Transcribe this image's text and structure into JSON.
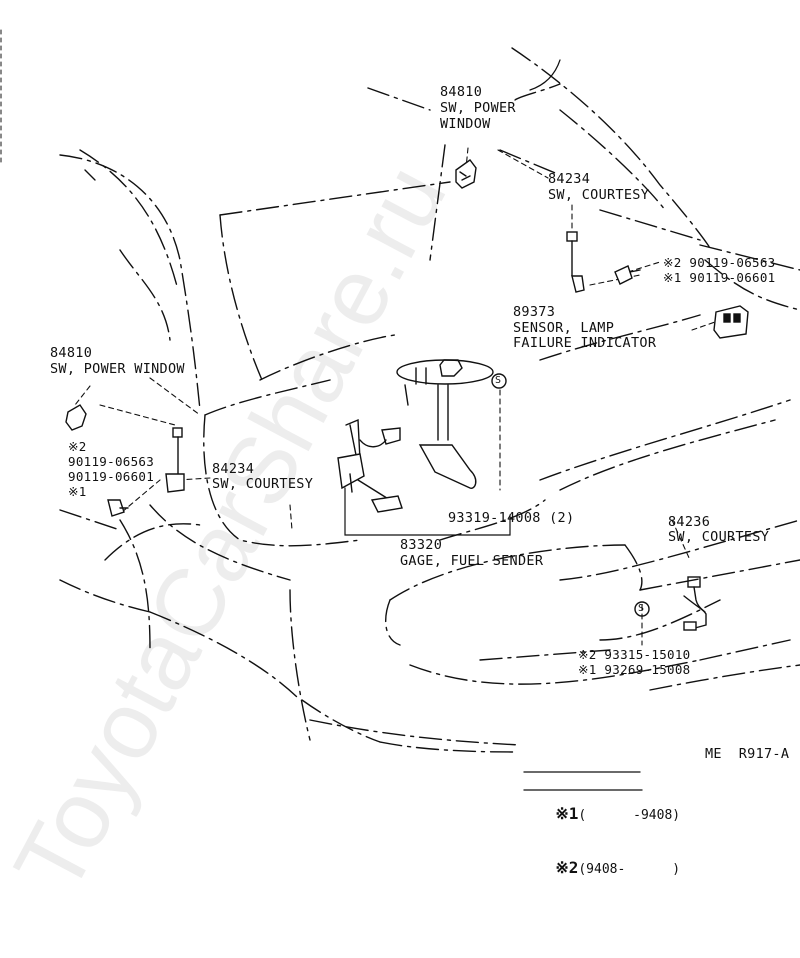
{
  "labels": {
    "pw_right_num": "84810",
    "pw_right_name": "SW, POWER",
    "pw_right_name2": "WINDOW",
    "cs_top_num": "84234",
    "cs_top_name": "SW, COURTESY",
    "bolt_r2": "※2 90119-06563",
    "bolt_r1": "※1 90119-06601",
    "sensor_num": "89373",
    "sensor_name": "SENSOR, LAMP",
    "sensor_name2": "FAILURE INDICATOR",
    "pw_left_num": "84810",
    "pw_left_name": "SW, POWER WINDOW",
    "bolt_l_mark2": "※2",
    "bolt_l_num1": "90119-06563",
    "bolt_l_num2": "90119-06601",
    "bolt_l_mark1": "※1",
    "cs_left_num": "84234",
    "cs_left_name": "SW, COURTESY",
    "screw_label": "93319-14008 (2)",
    "gage_num": "83320",
    "gage_name": "GAGE, FUEL SENDER",
    "cs_right_num": "84236",
    "cs_right_name": "SW, COURTESY",
    "screw_r2": "※2 93315-15010",
    "screw_r1": "※1 93269-15008",
    "screw_symbol": "S",
    "figure_code": "ME  R917-A"
  },
  "legend": {
    "mark1": "※1",
    "range1": "(      -9408)",
    "mark2": "※2",
    "range2": "(9408-      )"
  },
  "watermark": "ToyotaCarShare.ru"
}
